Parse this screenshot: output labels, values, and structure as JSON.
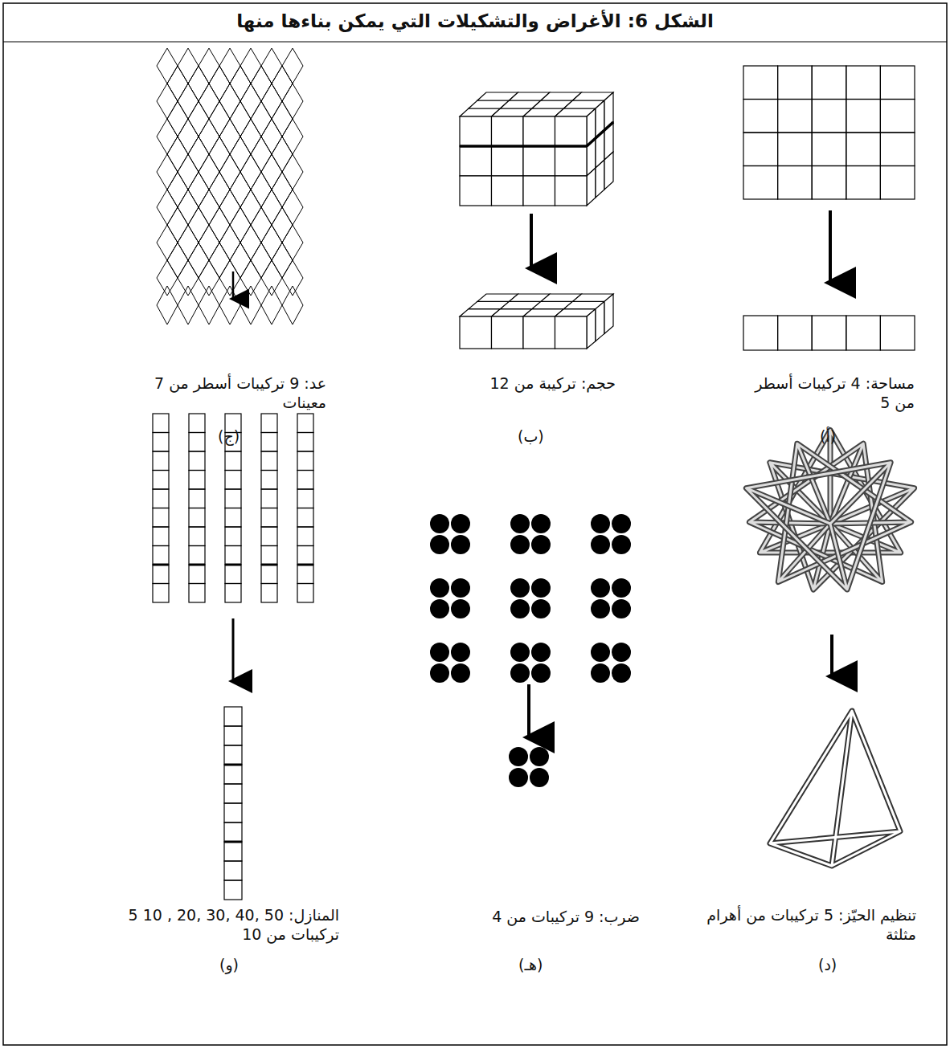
{
  "diagram": {
    "title": "الشكل 6: الأغراض والتشكيلات التي يمكن بناءها منها",
    "labels": [
      "مساحة: 4 تركيبات أسطر من 5",
      "(أ)",
      "حجم: تركيبة من 12",
      "(ب)",
      "عد: 9 تركيبات أسطر من 7 معينات",
      "(ج)",
      "تنظيم الحيّز: 5 تركيبات من أهرام مثلثة",
      "(د)",
      "ضرب: 9 تركيبات من 4",
      "(هـ)",
      "المنازل: 50 ,40 ,30 ,20 , 10 5 تركيبات من 10",
      "(و)"
    ]
  }
}
